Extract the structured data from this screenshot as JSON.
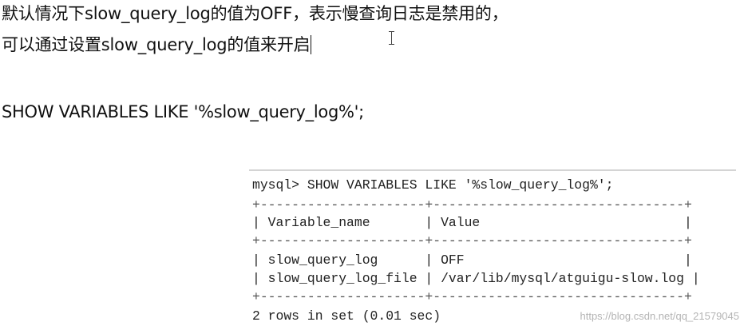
{
  "document": {
    "line1": "默认情况下slow_query_log的值为OFF，表示慢查询日志是禁用的，",
    "line2": "可以通过设置slow_query_log的值来开启",
    "sql_statement": "SHOW VARIABLES LIKE '%slow_query_log%';"
  },
  "terminal": {
    "lines": [
      "mysql> SHOW VARIABLES LIKE '%slow_query_log%';",
      "+---------------------+--------------------------------+",
      "| Variable_name       | Value                          |",
      "+---------------------+--------------------------------+",
      "| slow_query_log      | OFF                            |",
      "| slow_query_log_file | /var/lib/mysql/atguigu-slow.log |",
      "+---------------------+--------------------------------+",
      "2 rows in set (0.01 sec)"
    ]
  },
  "watermark": "https://blog.csdn.net/qq_21579045",
  "icons": {
    "cursor": "text-ibeam-cursor-icon"
  }
}
